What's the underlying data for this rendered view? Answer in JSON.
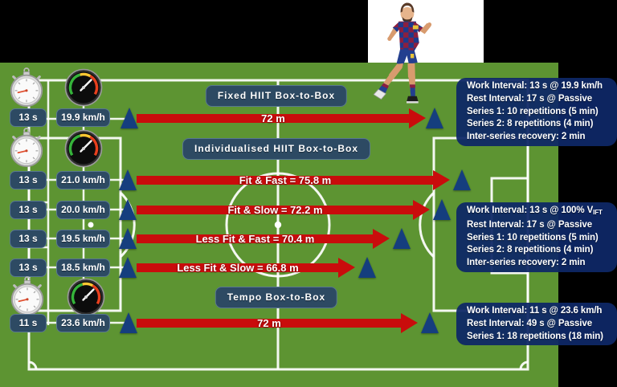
{
  "colors": {
    "background": "#000000",
    "field_green": "#5d9432",
    "pitch_line": "#ffffff",
    "label_pill_blue": "#2d4a63",
    "info_box_navy": "#0e2766",
    "arrow_red": "#c90c0c",
    "cone_navy": "#153e7e"
  },
  "icons": {
    "stopwatch": "stopwatch-icon",
    "speedometer": "speedometer-icon",
    "cone": "cone-icon",
    "player": "football-player-image"
  },
  "fixed_hiit": {
    "title": "Fixed HIIT Box-to-Box",
    "work_duration": "13 s",
    "work_speed": "19.9 km/h",
    "arrow_label": "72 m"
  },
  "individualised_hiit": {
    "title": "Individualised HIIT Box-to-Box",
    "rows": [
      {
        "work_duration": "13 s",
        "work_speed": "21.0 km/h",
        "arrow_label": "Fit & Fast = 75.8 m"
      },
      {
        "work_duration": "13 s",
        "work_speed": "20.0 km/h",
        "arrow_label": "Fit & Slow = 72.2 m"
      },
      {
        "work_duration": "13 s",
        "work_speed": "19.5 km/h",
        "arrow_label": "Less Fit & Fast = 70.4 m"
      },
      {
        "work_duration": "13 s",
        "work_speed": "18.5 km/h",
        "arrow_label": "Less Fit & Slow = 66.8 m"
      }
    ]
  },
  "tempo": {
    "title": "Tempo Box-to-Box",
    "work_duration": "11 s",
    "work_speed": "23.6 km/h",
    "arrow_label": "72 m"
  },
  "info_boxes": [
    {
      "lines": [
        "Work Interval: 13 s @ 19.9 km/h",
        "Rest Interval: 17 s @ Passive",
        "Series 1: 10 repetitions (5 min)",
        "Series 2: 8 repetitions (4 min)",
        "Inter-series recovery: 2 min"
      ]
    },
    {
      "line1_prefix": "Work Interval: 13 s @ 100% V",
      "line1_sub": "IFT",
      "lines": [
        "Rest Interval: 17 s @ Passive",
        "Series 1: 10 repetitions (5 min)",
        "Series 2: 8 repetitions (4 min)",
        "Inter-series recovery: 2 min"
      ]
    },
    {
      "lines": [
        "Work Interval: 11 s @ 23.6 km/h",
        "Rest Interval: 49 s @ Passive",
        "Series 1: 18 repetitions (18 min)"
      ]
    }
  ]
}
